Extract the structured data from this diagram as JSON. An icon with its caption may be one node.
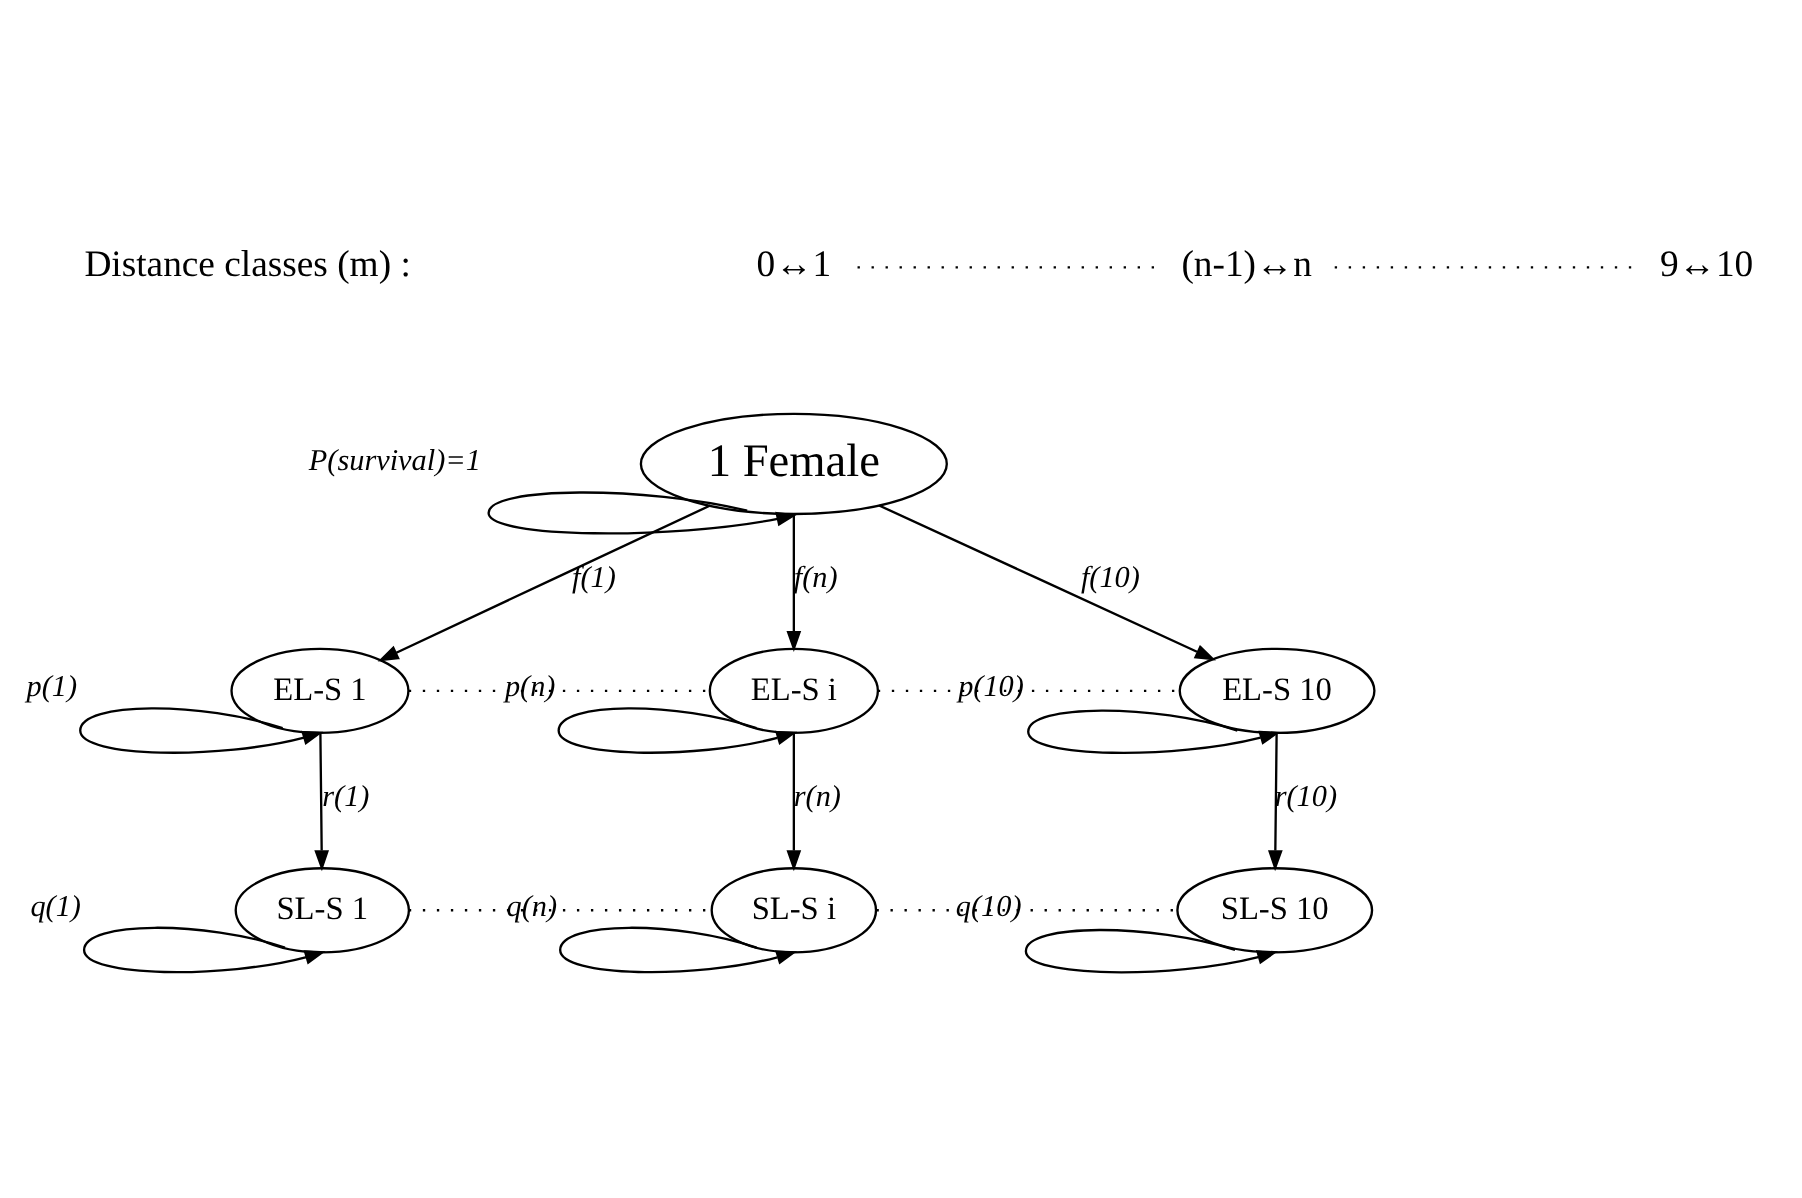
{
  "diagram": {
    "nodes": [
      {
        "text": [
          "1 Female"
        ]
      },
      {
        "text": [
          "EL-S 1"
        ]
      },
      {
        "text": [
          "EL-S i"
        ]
      },
      {
        "text": [
          "EL-S 10"
        ]
      },
      {
        "text": [
          "SL-S 1"
        ]
      },
      {
        "text": [
          "SL-S i"
        ]
      },
      {
        "text": [
          "SL-S 10"
        ]
      },
      {
        "text": [
          "0↔1"
        ]
      },
      {
        "text": [
          "(n-1)↔n"
        ]
      },
      {
        "text": [
          "9↔10"
        ]
      }
    ],
    "edges": [
      {
        "from": 0,
        "to": 1,
        "arrow": "to",
        "label": "f(1)"
      },
      {
        "from": 0,
        "to": 2,
        "arrow": "to",
        "label": "f(n)"
      },
      {
        "from": 0,
        "to": 3,
        "arrow": "to",
        "label": "f(10)"
      },
      {
        "from": 0,
        "to": 0,
        "arrow": "to",
        "label": "P(survival)=1"
      },
      {
        "from": 1,
        "to": 1,
        "arrow": "to",
        "label": "p(1)"
      },
      {
        "from": 2,
        "to": 2,
        "arrow": "to",
        "label": "p(n)"
      },
      {
        "from": 3,
        "to": 3,
        "arrow": "to",
        "label": "p(10)"
      },
      {
        "from": 1,
        "to": 4,
        "arrow": "to",
        "label": "r(1)"
      },
      {
        "from": 2,
        "to": 5,
        "arrow": "to",
        "label": "r(n)"
      },
      {
        "from": 3,
        "to": 6,
        "arrow": "to",
        "label": "r(10)"
      },
      {
        "from": 4,
        "to": 4,
        "arrow": "to",
        "label": "q(1)"
      },
      {
        "from": 5,
        "to": 5,
        "arrow": "to",
        "label": "q(n)"
      },
      {
        "from": 6,
        "to": 6,
        "arrow": "to",
        "label": "q(10)"
      },
      {
        "from": 1,
        "to": 2,
        "arrow": "none",
        "style": "dashed"
      },
      {
        "from": 2,
        "to": 3,
        "arrow": "none",
        "style": "dashed"
      },
      {
        "from": 4,
        "to": 5,
        "arrow": "none",
        "style": "dashed"
      },
      {
        "from": 5,
        "to": 6,
        "arrow": "none",
        "style": "dashed"
      },
      {
        "from": 7,
        "to": 8,
        "arrow": "none",
        "style": "dashed"
      },
      {
        "from": 8,
        "to": 9,
        "arrow": "none",
        "style": "dashed"
      }
    ],
    "labels": [
      "Distance classes (m) :"
    ]
  }
}
